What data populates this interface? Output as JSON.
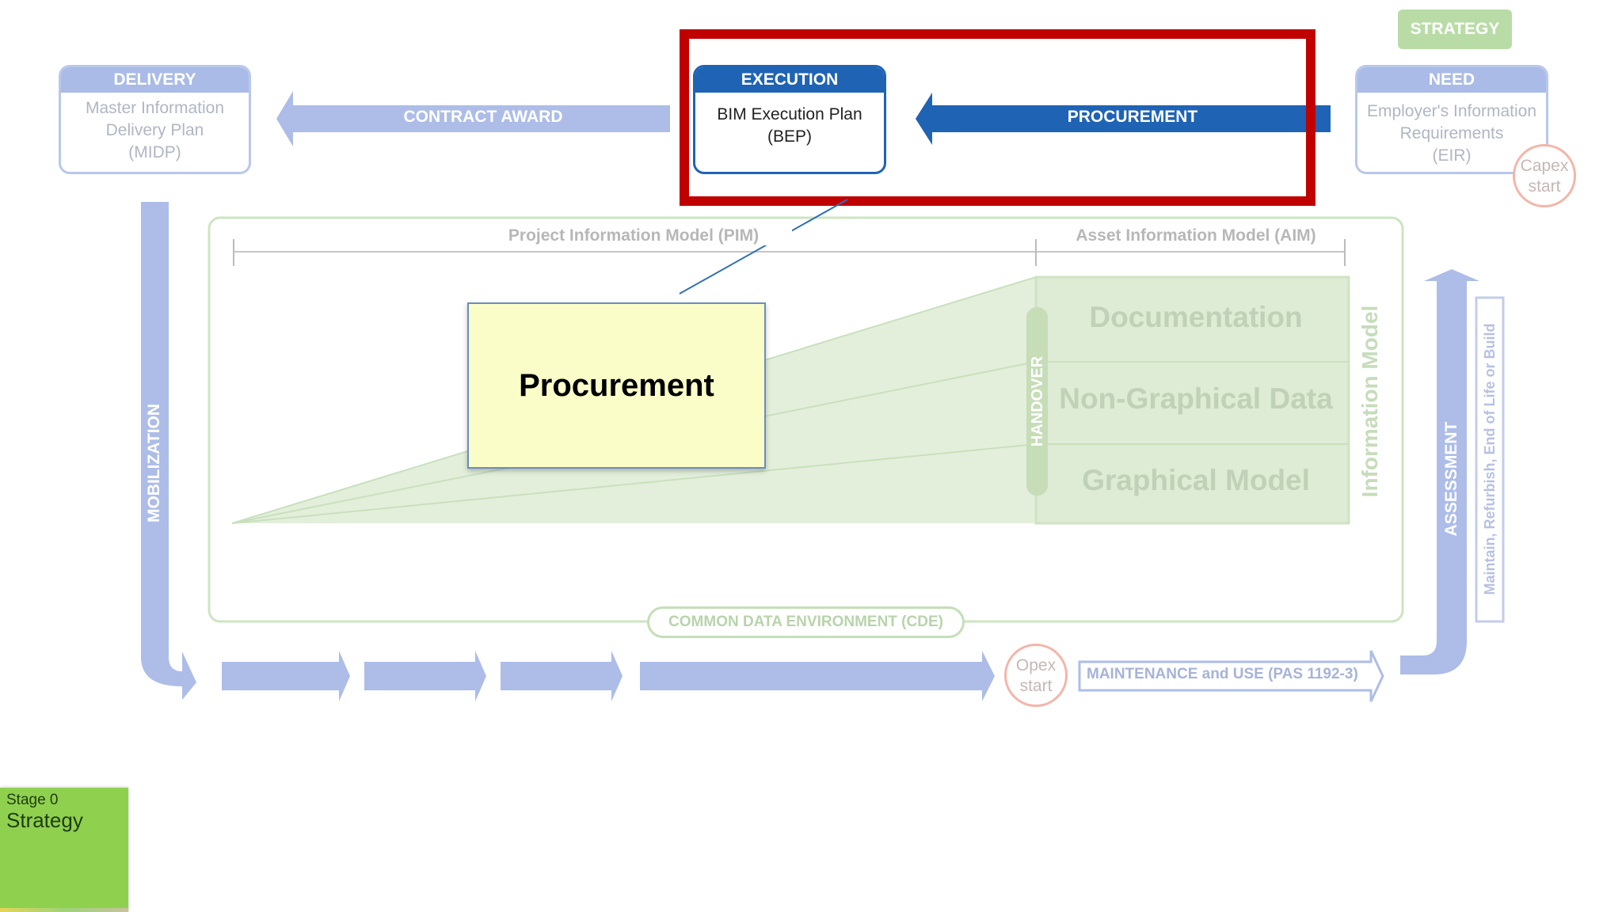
{
  "strategy": {
    "label": "STRATEGY"
  },
  "delivery": {
    "header": "DELIVERY",
    "lines": [
      "Master Information",
      "Delivery Plan",
      "(MIDP)"
    ]
  },
  "execution": {
    "header": "EXECUTION",
    "lines": [
      "BIM Execution Plan",
      "(BEP)"
    ]
  },
  "need": {
    "header": "NEED",
    "lines": [
      "Employer's Information",
      "Requirements",
      "(EIR)"
    ]
  },
  "contract_award": {
    "label": "CONTRACT AWARD"
  },
  "procurement": {
    "label": "PROCUREMENT"
  },
  "capex": {
    "lines": [
      "Capex",
      "start"
    ]
  },
  "opex": {
    "lines": [
      "Opex",
      "start"
    ]
  },
  "pim": {
    "label": "Project Information Model (PIM)"
  },
  "aim": {
    "label": "Asset Information Model (AIM)"
  },
  "model_rows": [
    "Documentation",
    "Non-Graphical Data",
    "Graphical Model"
  ],
  "handover": {
    "label": "HANDOVER"
  },
  "information_model": {
    "label": "Information Model"
  },
  "cde": {
    "label": "COMMON DATA ENVIRONMENT (CDE)"
  },
  "maintenance": {
    "label": "MAINTENANCE and USE (PAS 1192-3)"
  },
  "mobilization": {
    "label": "MOBILIZATION"
  },
  "assessment": {
    "label": "ASSESSMENT"
  },
  "lifecycle": {
    "label": "Maintain, Refurbish, End of Life or Build"
  },
  "note": {
    "label": "Procurement"
  },
  "stage": {
    "number": "Stage 0",
    "name": "Strategy"
  },
  "colors": {
    "highlight": "#c00000",
    "active_blue": "#1f63b4",
    "faded_blue": "#a9bbe6",
    "faded_green": "#b8d6a8",
    "note_bg": "#fbfdc9",
    "stage_green": "#8fd14f"
  }
}
